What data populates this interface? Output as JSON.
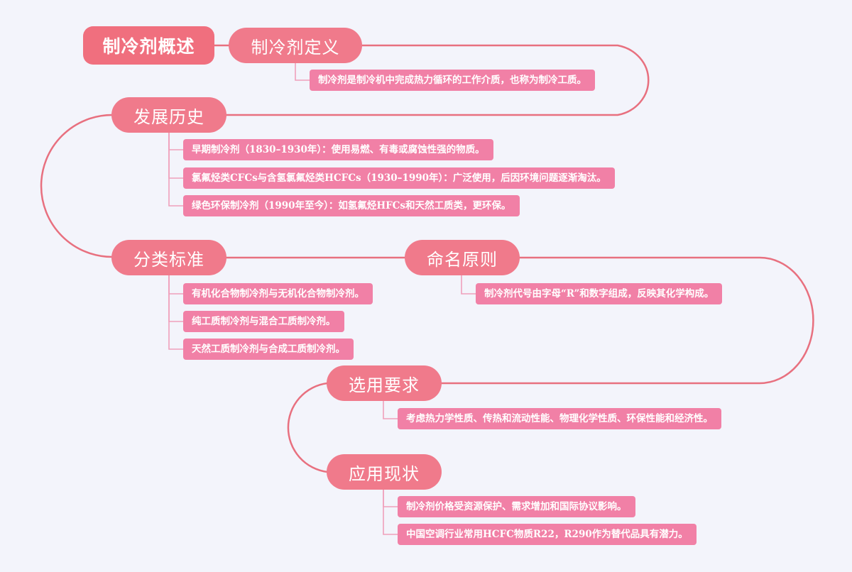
{
  "colors": {
    "background": "#f3f4fb",
    "root": "#f06f7e",
    "topic": "#f07a8b",
    "leaf": "#f180a6",
    "connector": "#e8707f"
  },
  "root": {
    "label": "制冷剂概述"
  },
  "topics": [
    {
      "label": "制冷剂定义",
      "items": [
        "制冷剂是制冷机中完成热力循环的工作介质，也称为制冷工质。"
      ]
    },
    {
      "label": "发展历史",
      "items": [
        "早期制冷剂（1830–1930年）：使用易燃、有毒或腐蚀性强的物质。",
        "氯氟烃类CFCs与含氢氯氟烃类HCFCs（1930–1990年）：广泛使用，后因环境问题逐渐淘汰。",
        "绿色环保制冷剂（1990年至今）：如氢氟烃HFCs和天然工质类，更环保。"
      ]
    },
    {
      "label": "分类标准",
      "items": [
        "有机化合物制冷剂与无机化合物制冷剂。",
        "纯工质制冷剂与混合工质制冷剂。",
        "天然工质制冷剂与合成工质制冷剂。"
      ]
    },
    {
      "label": "命名原则",
      "items": [
        "制冷剂代号由字母“R”和数字组成，反映其化学构成。"
      ]
    },
    {
      "label": "选用要求",
      "items": [
        "考虑热力学性质、传热和流动性能、物理化学性质、环保性能和经济性。"
      ]
    },
    {
      "label": "应用现状",
      "items": [
        "制冷剂价格受资源保护、需求增加和国际协议影响。",
        "中国空调行业常用HCFC物质R22，R290作为替代品具有潜力。"
      ]
    }
  ]
}
